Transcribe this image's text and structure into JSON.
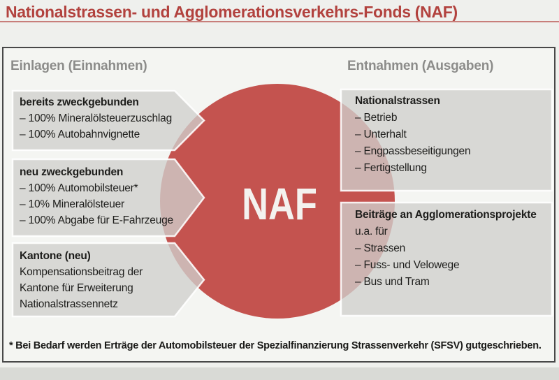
{
  "page": {
    "title": "Nationalstrassen- und Agglomerationsverkehrs-Fonds (NAF)"
  },
  "diagram": {
    "inflow_header": "Einlagen (Einnahmen)",
    "outflow_header": "Entnahmen (Ausgaben)",
    "fund_label": "NAF",
    "inflows": [
      {
        "title": "bereits zweckgebunden",
        "lines": [
          "– 100% Mineralölsteuerzuschlag",
          "– 100% Autobahnvignette"
        ]
      },
      {
        "title": "neu zweckgebunden",
        "lines": [
          "– 100% Automobilsteuer*",
          "– 10% Mineralölsteuer",
          "– 100% Abgabe für E-Fahrzeuge"
        ]
      },
      {
        "title": "Kantone (neu)",
        "lines": [
          "Kompensationsbeitrag der Kantone für Erweiterung Nationalstrassennetz"
        ]
      }
    ],
    "outflows": [
      {
        "title": "Nationalstrassen",
        "lines": [
          "– Betrieb",
          "– Unterhalt",
          "– Engpassbeseitigungen",
          "– Fertigstellung"
        ]
      },
      {
        "title": "Beiträge an Agglomerationsprojekte",
        "lines": [
          "u.a. für",
          "– Strassen",
          "– Fuss- und Velowege",
          "– Bus und Tram"
        ]
      }
    ]
  },
  "footnote": "* Bei Bedarf werden Erträge der Automobilsteuer der Spezialfinanzierung Strassenverkehr (SFSV) gutgeschrieben.",
  "colors": {
    "title_red": "#b2423e",
    "circle_red": "#c4534f",
    "box_fill": "rgba(207,207,205,0.78)",
    "header_gray": "#8c8c8a",
    "text_dark": "#1d1d1b"
  }
}
